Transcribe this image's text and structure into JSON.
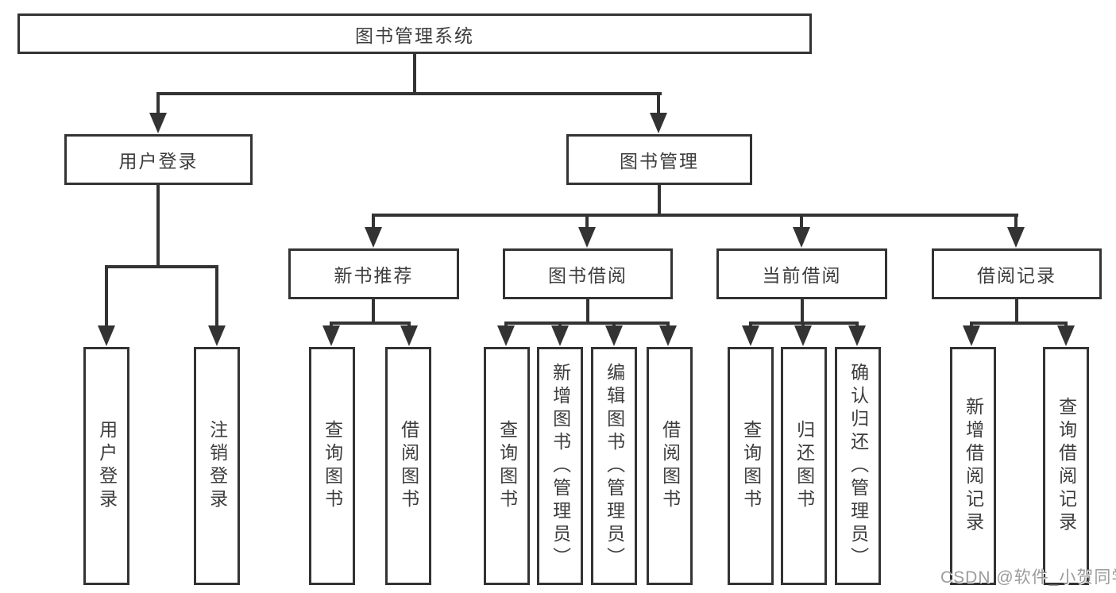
{
  "nodes": {
    "root": "图书管理系统",
    "level1": [
      "用户登录",
      "图书管理"
    ],
    "level2": [
      "新书推荐",
      "图书借阅",
      "当前借阅",
      "借阅记录"
    ],
    "leaves": [
      "用户登录",
      "注销登录",
      "查询图书",
      "借阅图书",
      "查询图书",
      "新增图书（管理员）",
      "编辑图书（管理员）",
      "借阅图书",
      "查询图书",
      "归还图书",
      "确认归还（管理员）",
      "新增借阅记录",
      "查询借阅记录"
    ]
  },
  "watermark": "CSDN @软件_小贺同学",
  "colors": {
    "line": "#333333",
    "text": "#3d3d3d",
    "background": "#ffffff",
    "watermark": "#9c9c9c"
  }
}
